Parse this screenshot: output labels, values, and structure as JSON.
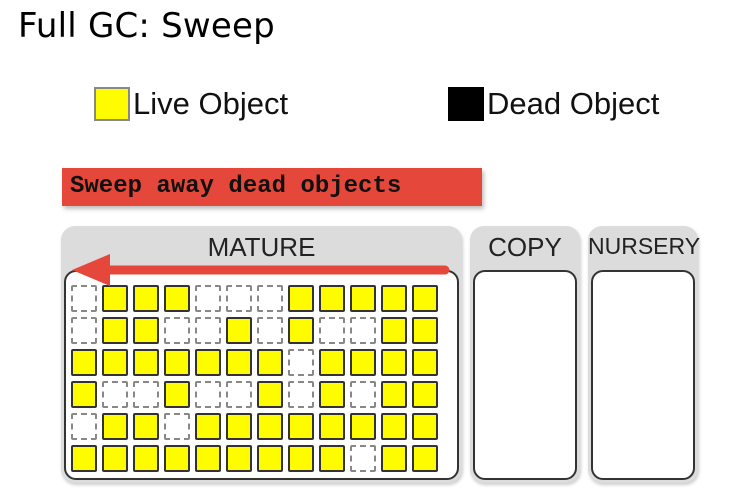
{
  "title": "Full GC: Sweep",
  "legend": {
    "live_label": "Live Object",
    "dead_label": "Dead Object",
    "live_color": "#fffc00",
    "dead_color": "#000000"
  },
  "banner_text": "Sweep away dead objects",
  "banner_color": "#e5483a",
  "arrow_color": "#e5483a",
  "arrow_icon": "arrow-left-icon",
  "regions": {
    "mature": "MATURE",
    "copy": "COPY",
    "nursery": "NURSERY"
  },
  "grid": [
    [
      0,
      1,
      1,
      1,
      0,
      0,
      0,
      1,
      1,
      1,
      1,
      1
    ],
    [
      0,
      1,
      1,
      0,
      0,
      1,
      0,
      1,
      0,
      0,
      1,
      1
    ],
    [
      1,
      1,
      1,
      1,
      1,
      1,
      1,
      0,
      1,
      1,
      1,
      1
    ],
    [
      1,
      0,
      0,
      1,
      0,
      0,
      1,
      0,
      1,
      0,
      1,
      1
    ],
    [
      0,
      1,
      1,
      0,
      1,
      1,
      1,
      1,
      1,
      1,
      1,
      1
    ],
    [
      1,
      1,
      1,
      1,
      1,
      1,
      1,
      1,
      1,
      0,
      1,
      1
    ]
  ]
}
